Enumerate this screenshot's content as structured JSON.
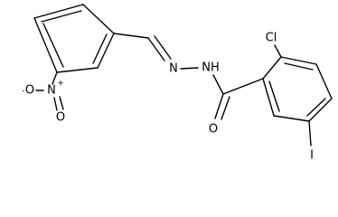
{
  "structure": {
    "labels": {
      "nitro_oxygen_charged": "O",
      "nitro_oxygen_charge": "-",
      "nitro_nitrogen": "N",
      "nitro_nitrogen_charge": "+",
      "nitro_oxygen_double": "O",
      "imine_nitrogen": "N",
      "hydrazide_nh": "NH",
      "chlorine": "Cl",
      "carbonyl_oxygen": "O",
      "iodine": "I"
    }
  }
}
